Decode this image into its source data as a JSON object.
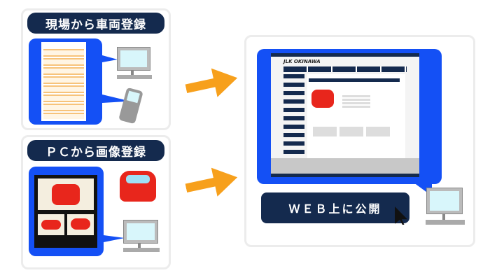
{
  "panel_field": {
    "title": "現場から車両登録"
  },
  "panel_pc": {
    "title": "ＰＣから画像登録"
  },
  "panel_web": {
    "publish_label": "ＷＥＢ上に公開",
    "site_logo": "JLK OKINAWA"
  },
  "colors": {
    "navy": "#142a4e",
    "blue": "#1450f5",
    "arrow": "#f7a01c",
    "car": "#e8261c"
  }
}
